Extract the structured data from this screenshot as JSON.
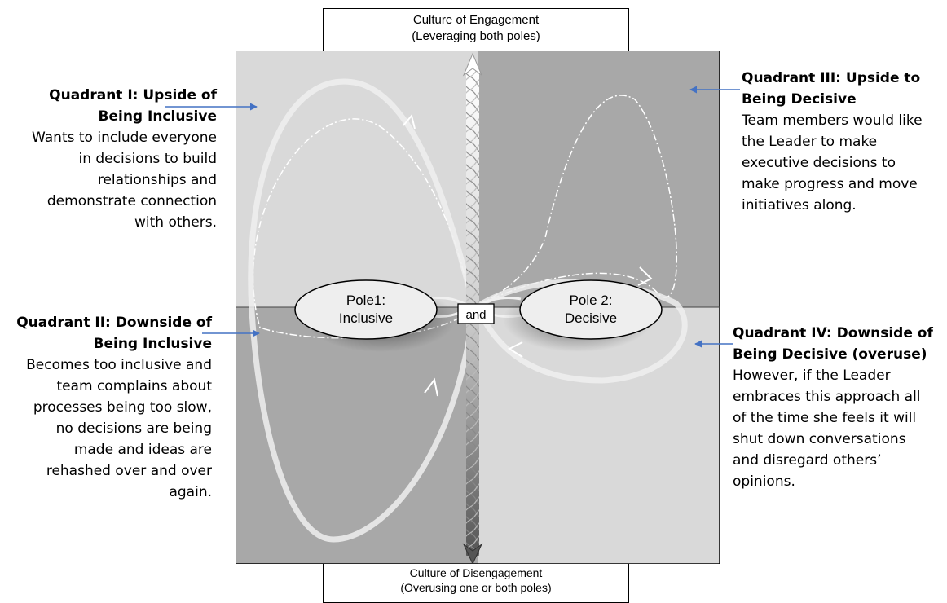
{
  "top_box": {
    "line1": "Culture of Engagement",
    "line2": "(Leveraging both poles)"
  },
  "bottom_box": {
    "line1": "Culture of Disengagement",
    "line2": "(Overusing one or both poles)"
  },
  "poles": {
    "pole1": {
      "line1": "Pole1:",
      "line2": "Inclusive"
    },
    "pole2": {
      "line1": "Pole 2:",
      "line2": "Decisive"
    },
    "connector": "and"
  },
  "quadrants": {
    "q1": {
      "title_line1": "Quadrant I:  Upside of",
      "title_line2": "Being Inclusive",
      "body": [
        "Wants to include everyone",
        "in decisions to build",
        "relationships and",
        "demonstrate connection",
        "with others."
      ]
    },
    "q2": {
      "title_line1": "Quadrant II: Downside of",
      "title_line2": "Being Inclusive",
      "body": [
        "Becomes too inclusive and",
        "team complains about",
        "processes being too slow,",
        "no decisions are being",
        "made and ideas are",
        "rehashed over and over",
        "again."
      ]
    },
    "q3": {
      "title_line1": "Quadrant III: Upside to",
      "title_line2": "Being Decisive",
      "body": [
        "Team members would like",
        "the Leader to make",
        "executive decisions to",
        "make progress and move",
        "initiatives along."
      ]
    },
    "q4": {
      "title_line1": "Quadrant IV: Downside of",
      "title_line2": "Being Decisive (overuse)",
      "body": [
        "However, if the Leader",
        "embraces this approach all",
        "of the time she feels it will",
        "shut down conversations",
        "and disregard others’",
        "opinions."
      ]
    }
  },
  "colors": {
    "q_light": "#d9d9d9",
    "q_dark": "#a8a8a8",
    "pointer": "#4472c4"
  }
}
